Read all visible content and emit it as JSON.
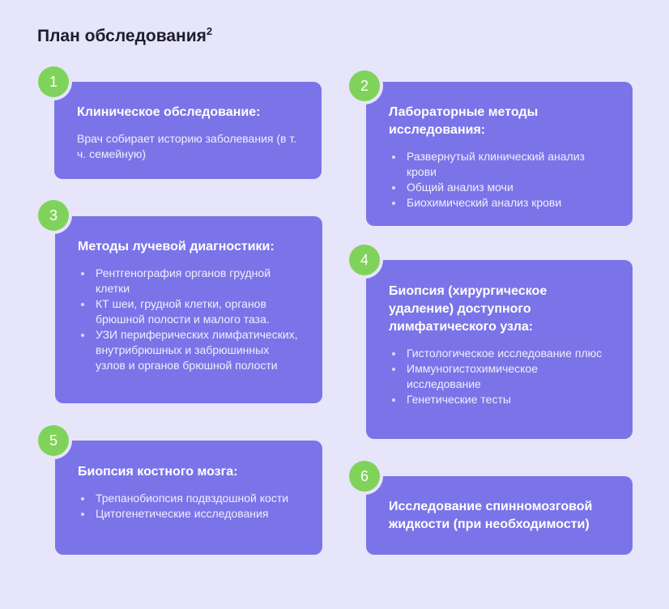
{
  "title": "План обследования",
  "title_sup": "2",
  "steps": [
    {
      "number": "1",
      "title": "Клиническое обследование:",
      "text": "Врач собирает историю заболевания (в т. ч. семейную)",
      "items": []
    },
    {
      "number": "2",
      "title": "Лабораторные методы исследования:",
      "text": "",
      "items": [
        "Развернутый клинический анализ крови",
        "Общий анализ мочи",
        "Биохимический анализ крови"
      ]
    },
    {
      "number": "3",
      "title": "Методы лучевой диагностики:",
      "text": "",
      "items": [
        "Рентгенография органов грудной клетки",
        "КТ шеи, грудной клетки, органов брюшной полости и малого таза.",
        "УЗИ периферических лимфатических, внутрибрюшных и забрюшинных узлов и органов брюшной полости"
      ]
    },
    {
      "number": "4",
      "title": "Биопсия (хирургическое удаление) доступного лимфатического узла:",
      "text": "",
      "items": [
        "Гистологическое исследование плюс",
        "Иммуногистохимическое исследование",
        "Генетические тесты"
      ]
    },
    {
      "number": "5",
      "title": "Биопсия костного мозга:",
      "text": "",
      "items": [
        "Трепанобиопсия подвздошной кости",
        "Цитогенетические исследования"
      ]
    },
    {
      "number": "6",
      "title": "Исследование спинномозговой жидкости (при необходимости)",
      "text": "",
      "items": []
    }
  ],
  "colors": {
    "background": "#e7e5fa",
    "card": "#7b74e8",
    "badge": "#7fd35a",
    "title_text": "#1d1d2b"
  }
}
